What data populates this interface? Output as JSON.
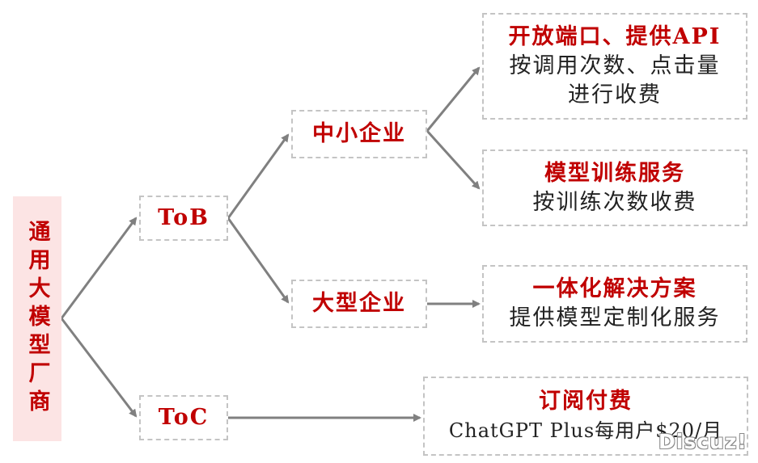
{
  "root": {
    "label": "通用大模型厂商"
  },
  "tob": {
    "label": "ToB"
  },
  "toc": {
    "label": "ToC"
  },
  "sme": {
    "label": "中小企业"
  },
  "large": {
    "label": "大型企业"
  },
  "api": {
    "title": "开放端口、提供API",
    "desc_line1": "按调用次数、点击量",
    "desc_line2": "进行收费"
  },
  "training": {
    "title": "模型训练服务",
    "desc": "按训练次数收费"
  },
  "solution": {
    "title": "一体化解决方案",
    "desc": "提供模型定制化服务"
  },
  "subscription": {
    "title": "订阅付费",
    "desc": "ChatGPT Plus每用户$20/月"
  },
  "watermark": "Discuz!",
  "colors": {
    "accent": "#c00000",
    "root_bg": "#fce4e4",
    "border": "#c4c4c4",
    "arrow": "#808080"
  }
}
